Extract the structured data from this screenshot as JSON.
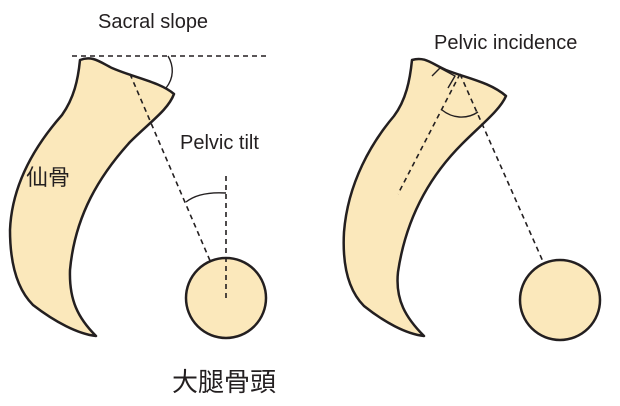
{
  "labels": {
    "sacral_slope": "Sacral slope",
    "pelvic_tilt": "Pelvic tilt",
    "pelvic_incidence": "Pelvic incidence",
    "sacrum": "仙骨",
    "femoral_head": "大腿骨頭"
  },
  "colors": {
    "bone_fill": "#fbe8bb",
    "outline": "#231f20"
  }
}
